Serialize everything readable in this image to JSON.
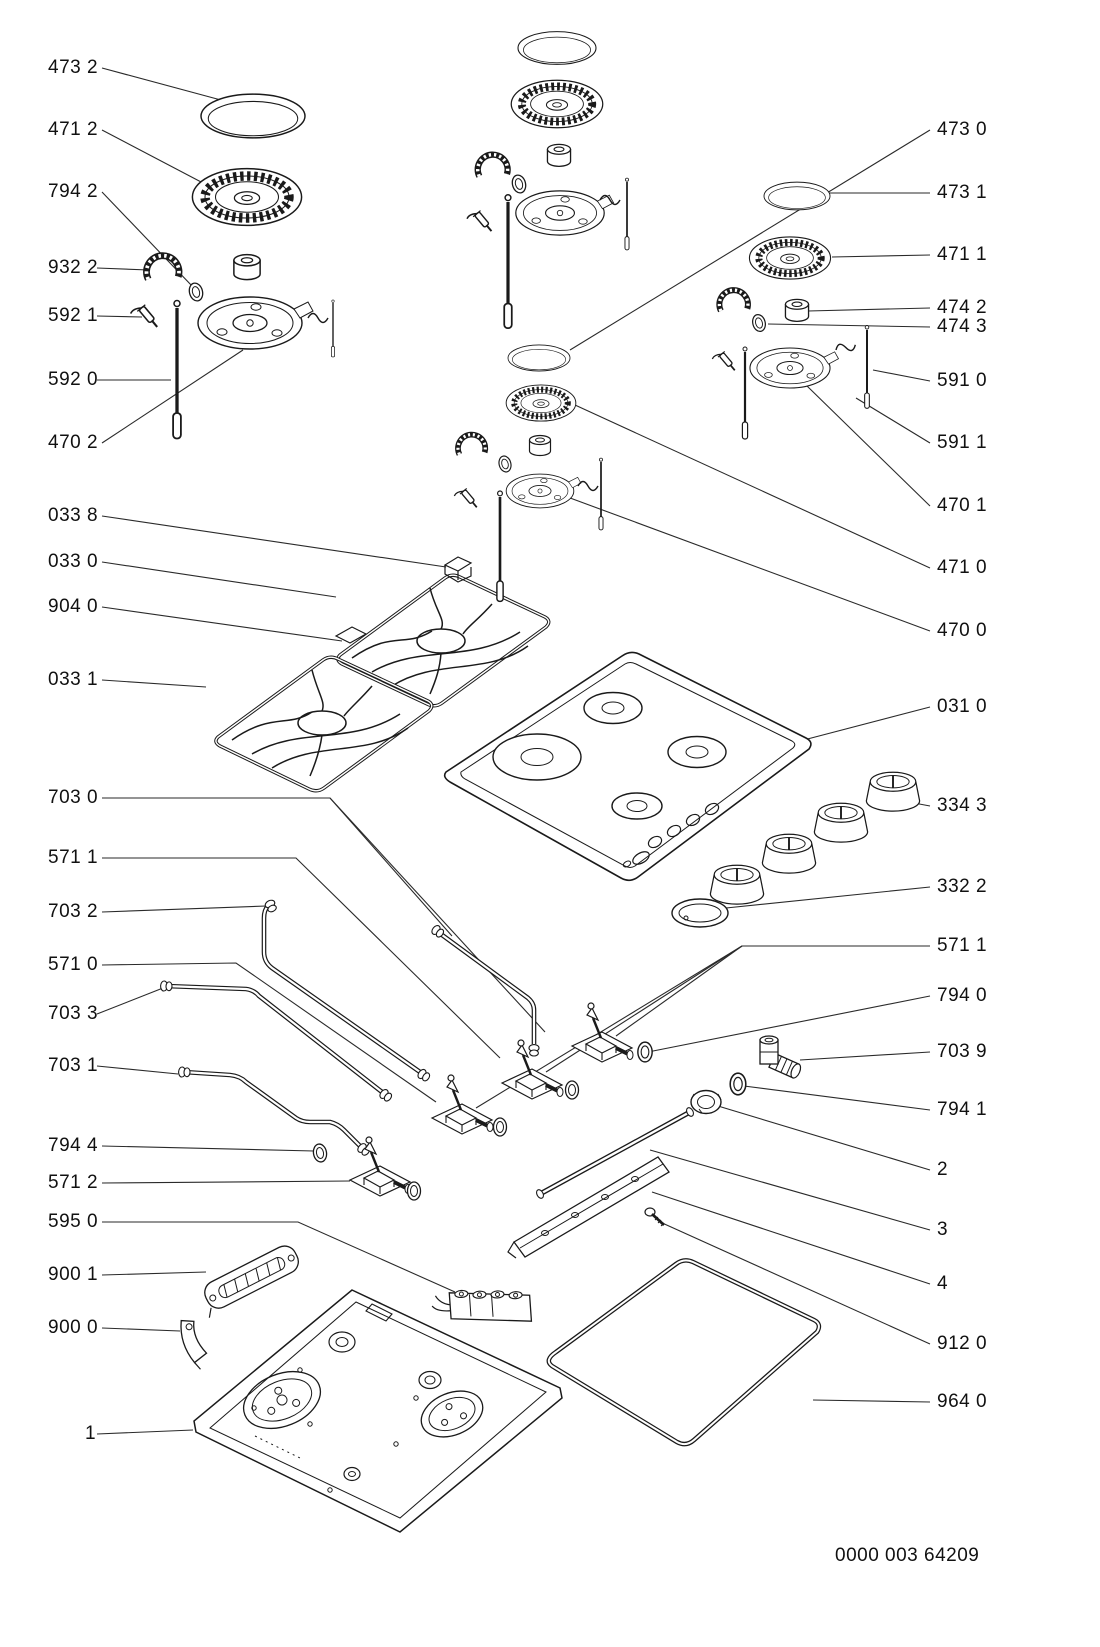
{
  "diagram": {
    "doc_number": "0000 003 64209",
    "colors": {
      "line": "#1a1a1a",
      "background": "#ffffff"
    },
    "left_labels": [
      "473 2",
      "471 2",
      "794 2",
      "932 2",
      "592 1",
      "592 0",
      "470 2",
      "033 8",
      "033 0",
      "904 0",
      "033 1",
      "703 0",
      "571 1",
      "703 2",
      "571 0",
      "703 3",
      "703 1",
      "794 4",
      "571 2",
      "595 0",
      "900 1",
      "900 0",
      "1"
    ],
    "right_labels": [
      "473 0",
      "473 1",
      "471 1",
      "474 2",
      "474 3",
      "591 0",
      "591 1",
      "470 1",
      "471 0",
      "470 0",
      "031 0",
      "334 3",
      "332 2",
      "571 1",
      "794 0",
      "703 9",
      "794 1",
      "2",
      "3",
      "4",
      "912 0",
      "964 0"
    ]
  }
}
